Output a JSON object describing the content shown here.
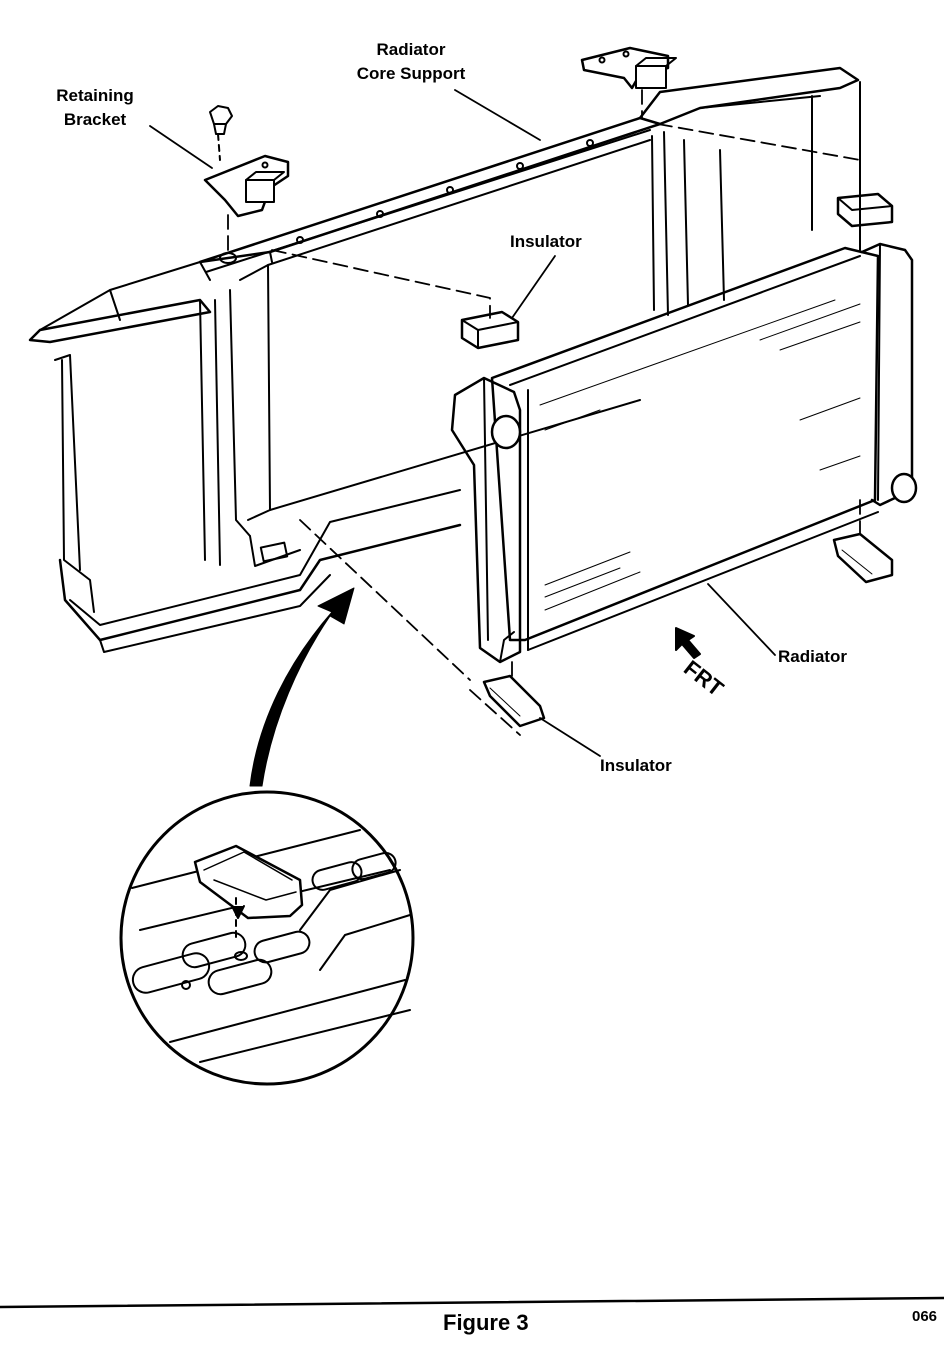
{
  "labels": {
    "retaining_bracket_line1": "Retaining",
    "retaining_bracket_line2": "Bracket",
    "core_support_line1": "Radiator",
    "core_support_line2": "Core Support",
    "insulator_upper": "Insulator",
    "insulator_lower": "Insulator",
    "radiator": "Radiator",
    "front_marker": "FRT"
  },
  "caption": {
    "figure": "Figure 3",
    "code": "066"
  }
}
